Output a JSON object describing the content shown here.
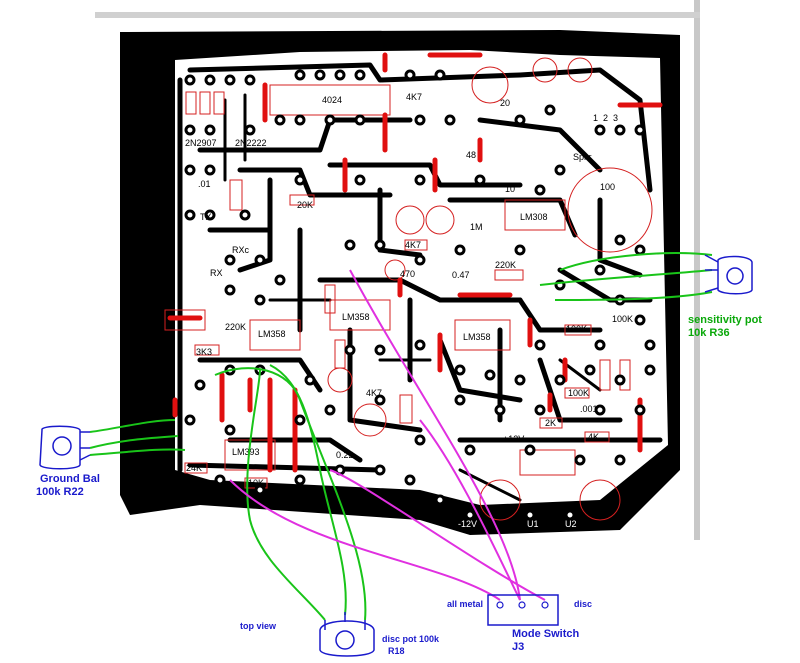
{
  "labels": {
    "sensitivity_pot": "sensitivity pot",
    "sensitivity_value": "10k R36",
    "ground_bal": "Ground Bal",
    "ground_bal_value": "100k R22",
    "top_view": "top view",
    "disc_pot": "disc pot 100k",
    "disc_pot_ref": "R18",
    "all_metal": "all metal",
    "disc": "disc",
    "mode_switch": "Mode Switch",
    "mode_switch_ref": "J3"
  },
  "board_labels": {
    "ic_4024": "4024",
    "ic_lm308": "LM308",
    "ic_lm358_a": "LM358",
    "ic_lm358_b": "LM358",
    "ic_lm358_c": "LM358",
    "ic_lm393": "LM393",
    "r_220k_a": "220K",
    "r_220k_b": "220K",
    "r_20k": "20K",
    "r_100k_a": "100K",
    "r_100k_b": "100K",
    "r_100k_c": "100K",
    "r_4k7_a": "4K7",
    "r_4k7_b": "4K7",
    "r_4k7_c": "4K7",
    "r_470": "470",
    "r_1m": "1M",
    "r_10k": "10K",
    "r_24k": "24K",
    "r_3k3": "3K3",
    "r_2k": "2K",
    "r_4k": "4K",
    "c_047": "0.47",
    "c_022": "0.22",
    "c_001": ".001",
    "c_01": ".01",
    "c_10": "10",
    "c_20": "20",
    "c_48": "48",
    "c_100": "100",
    "v_12_pos": "+12V",
    "v_12_neg": "-12V",
    "spkr": "Spkr",
    "rx": "RX",
    "rxc": "RXc",
    "tx": "TX",
    "q1": "2N2907",
    "q2": "2N2222",
    "u1": "U1",
    "u2": "U2",
    "pin1": "1",
    "pin2": "2",
    "pin3": "3"
  },
  "colors": {
    "copper": "#000000",
    "silkscreen": "#d42020",
    "jumper": "#e01010",
    "wire_green": "#19c419",
    "wire_magenta": "#e030e0",
    "annotation_blue": "#1a1acc"
  }
}
